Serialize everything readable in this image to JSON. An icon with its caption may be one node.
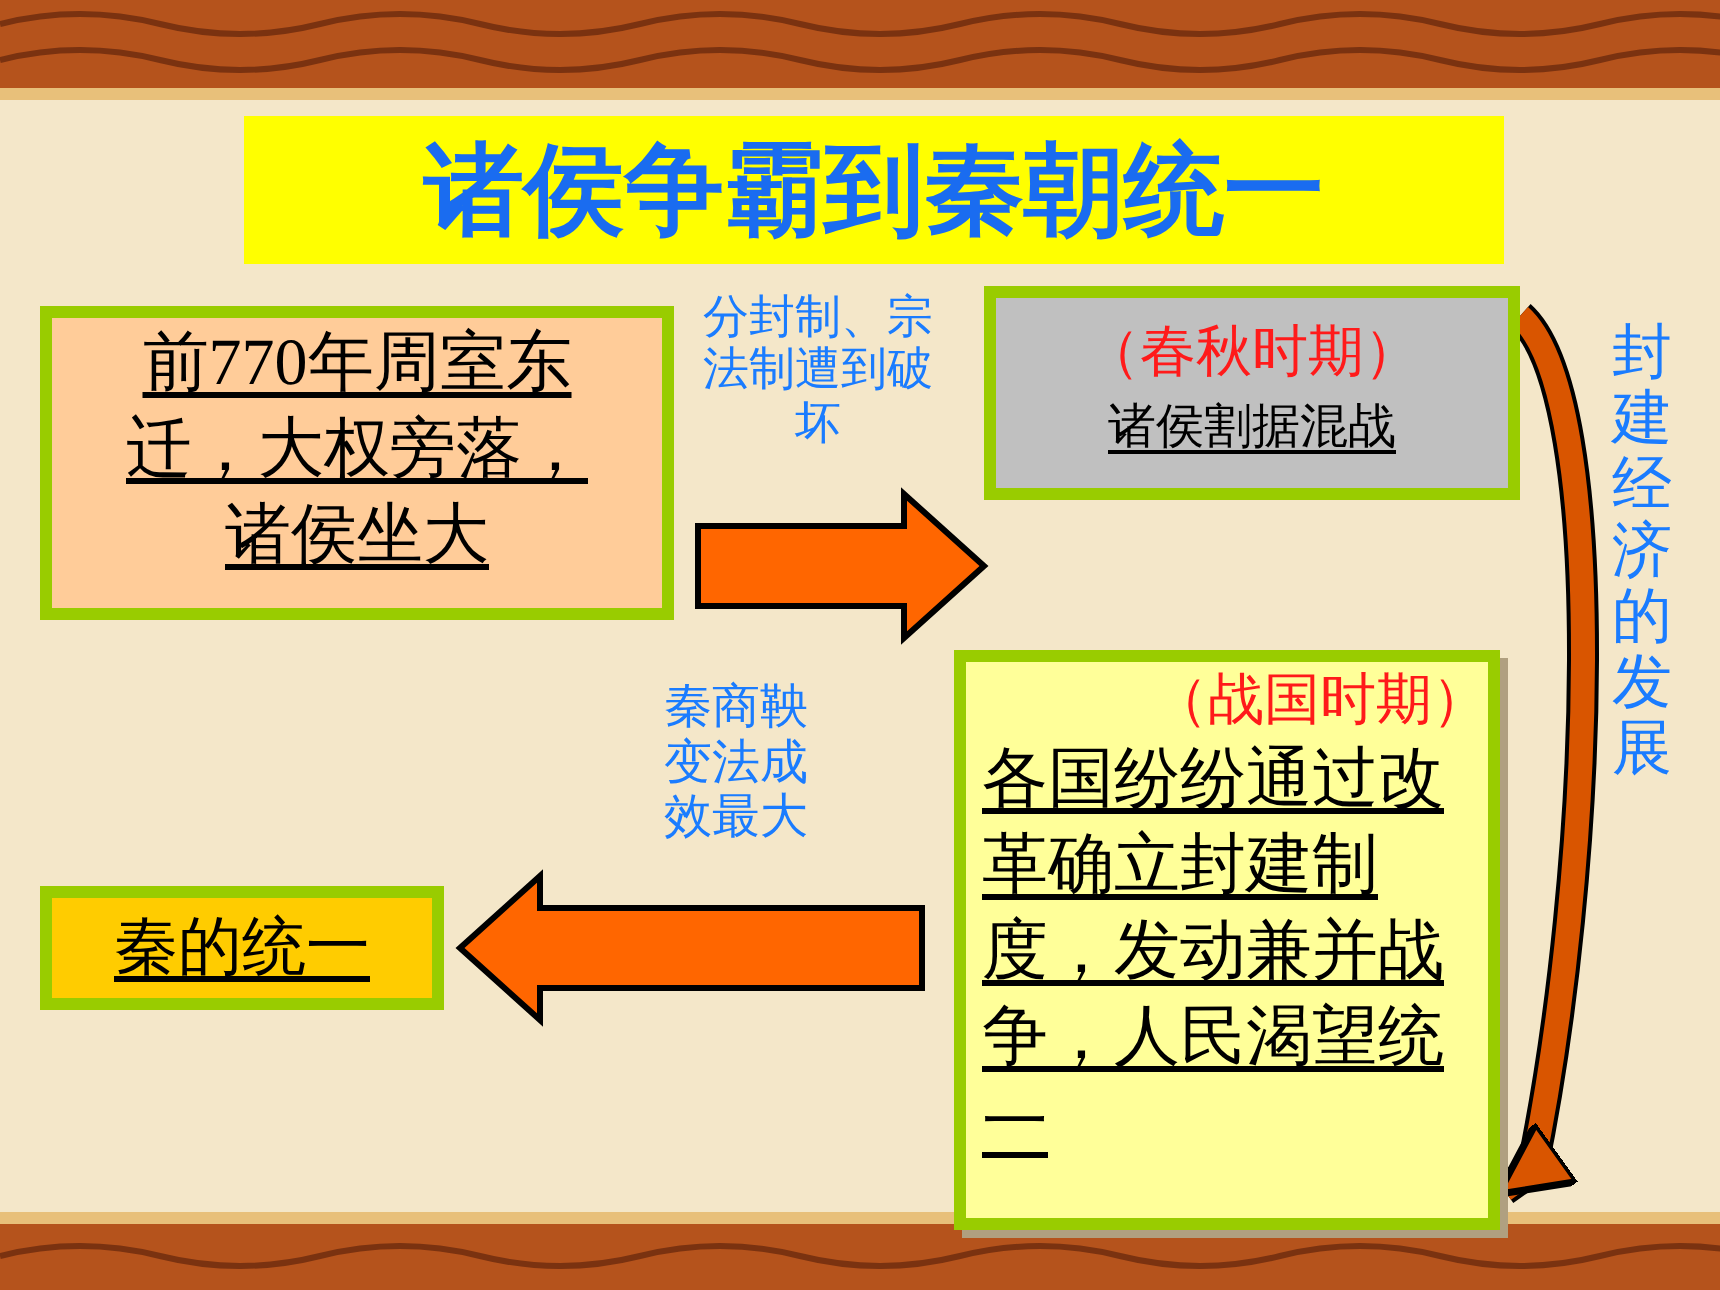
{
  "diagram": {
    "title": "诸侯争霸到秦朝统一",
    "nodes": [
      {
        "text": [
          "前770年周室东迁，大权旁落，诸侯坐大"
        ]
      },
      {
        "text": [
          "（春秋时期）",
          "诸侯割据混战"
        ]
      },
      {
        "text": [
          "（战国时期）",
          "各国纷纷通过改革确立封建制度，发动兼并战争，人民渴望统一"
        ]
      },
      {
        "text": [
          "秦的统一"
        ]
      }
    ],
    "edges": [
      {
        "from": 0,
        "to": 1,
        "arrow": "to",
        "label": "分封制、宗法制遭到破坏"
      },
      {
        "from": 1,
        "to": 2,
        "arrow": "to",
        "label": "封建经济的发展"
      },
      {
        "from": 2,
        "to": 3,
        "arrow": "to",
        "label": "秦商鞅变法成效最大"
      }
    ]
  }
}
